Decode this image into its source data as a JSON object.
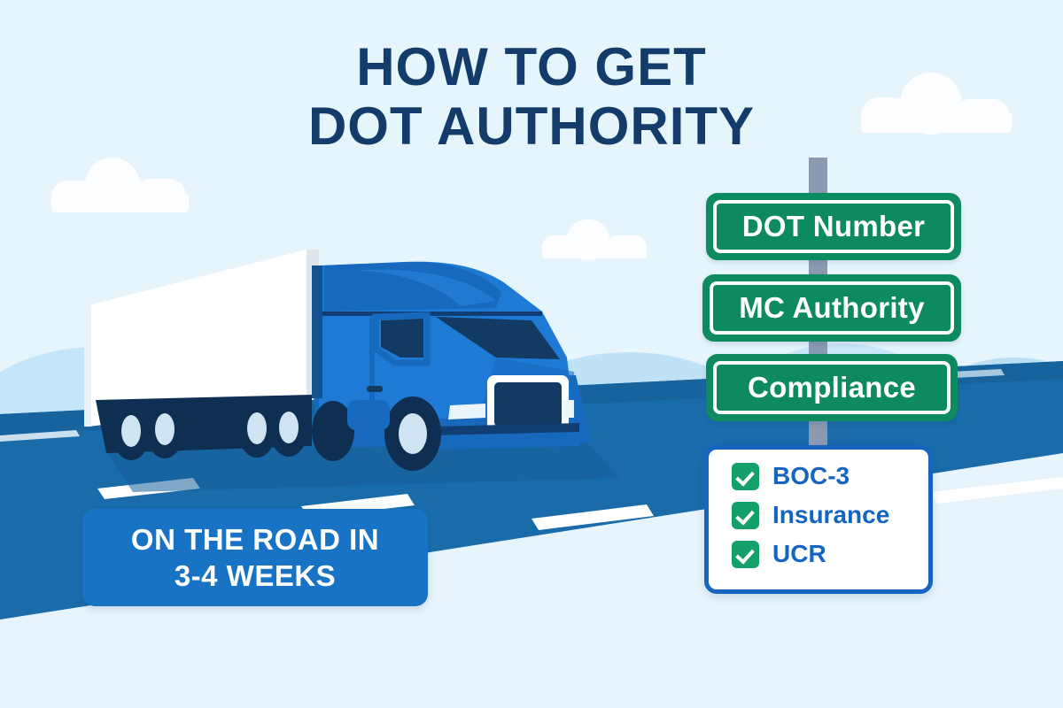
{
  "title": {
    "line1": "HOW TO GET",
    "line2": "DOT AUTHORITY",
    "color": "#133C6B"
  },
  "signs": [
    {
      "label": "DOT Number",
      "color": "#0E8A60",
      "text_color": "#FFFFFF"
    },
    {
      "label": "MC Authority",
      "color": "#0E8A60",
      "text_color": "#FFFFFF"
    },
    {
      "label": "Compliance",
      "color": "#0E8A60",
      "text_color": "#FFFFFF"
    }
  ],
  "checklist": {
    "border_color": "#1565C0",
    "check_color": "#14A06B",
    "text_color": "#1565C0",
    "items": [
      {
        "label": "BOC-3",
        "checked": true
      },
      {
        "label": "Insurance",
        "checked": true
      },
      {
        "label": "UCR",
        "checked": true
      }
    ]
  },
  "banner": {
    "line1": "ON THE ROAD IN",
    "line2": "3-4 WEEKS",
    "background": "#1873C4",
    "text_color": "#FFFFFF"
  },
  "scene": {
    "sky_color": "#E6F4FC",
    "ground_color": "#E8F4FC",
    "road_color": "#1A6BAA",
    "road_shoulder_color": "#17639E",
    "lane_marking_color": "#FFFFFF",
    "hill_colors": [
      "#C5E6F8",
      "#CFEAF8",
      "#BFE2F6",
      "#C9E7F8",
      "#BBE0F5",
      "#D8EFFA"
    ],
    "cloud_color": "#FDFEFF",
    "signpost_color": "#8A9AB2"
  },
  "truck": {
    "cab_color": "#1E7AD4",
    "cab_shade_color": "#1769BE",
    "cab_dark_color": "#14518F",
    "trailer_color": "#FFFFFF",
    "trailer_shade_color": "#F0F4F7",
    "glass_color": "#123A63",
    "tire_color": "#0E2E52",
    "hub_color": "#CFE3F2",
    "undercarriage_color": "#0E2E52"
  }
}
